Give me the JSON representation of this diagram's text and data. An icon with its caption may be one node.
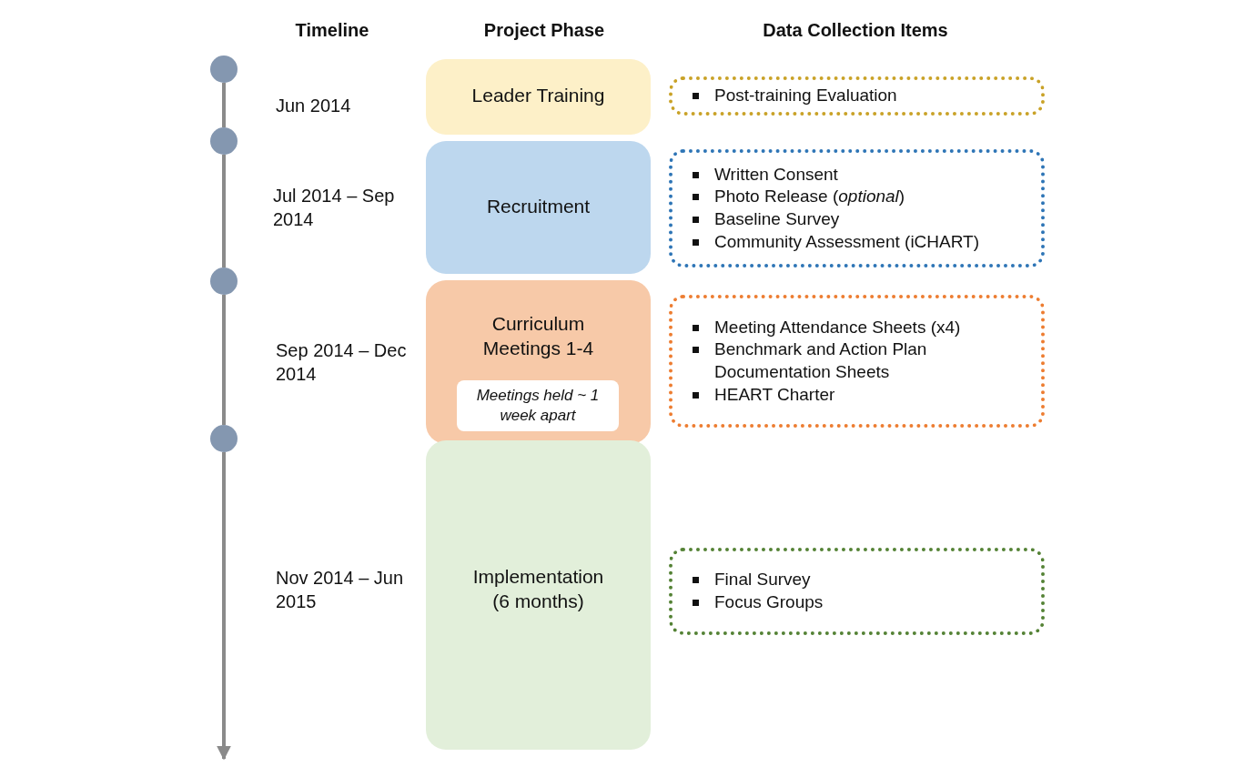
{
  "diagram": {
    "nodes": [
      {
        "text": [],
        "shape": "circle"
      },
      {
        "text": [],
        "shape": "circle"
      },
      {
        "text": [],
        "shape": "circle"
      },
      {
        "text": [],
        "shape": "circle"
      },
      {
        "text": [
          "Leader Training"
        ]
      },
      {
        "text": [
          "Recruitment"
        ]
      },
      {
        "text": [
          "Curriculum Meetings 1-4"
        ]
      },
      {
        "text": [
          "Meetings held ~ 1 week apart"
        ],
        "in": 6
      },
      {
        "text": [
          "Implementation (6 months)"
        ]
      },
      {
        "text": [
          "Post-training Evaluation"
        ]
      },
      {
        "text": [
          "Written Consent",
          "Photo Release (*optional*)",
          "Baseline Survey",
          "Community Assessment (iCHART)"
        ]
      },
      {
        "text": [
          "Meeting Attendance Sheets (x4)",
          "Benchmark and Action Plan Documentation Sheets",
          "HEART Charter"
        ]
      },
      {
        "text": [
          "Final Survey",
          "Focus Groups"
        ]
      }
    ],
    "edges": [
      {
        "from": 0,
        "to": 1,
        "arrow": "none"
      },
      {
        "from": 1,
        "to": 2,
        "arrow": "none"
      },
      {
        "from": 2,
        "to": 3,
        "arrow": "none"
      },
      {
        "from": 3,
        "to": null,
        "arrow": "to"
      }
    ],
    "labels": [
      "Timeline",
      "Project Phase",
      "Data Collection Items",
      "Jun 2014",
      "Jul 2014 – Sep 2014",
      "Sep 2014 – Dec 2014",
      "Nov 2014 – Jun 2015"
    ]
  }
}
